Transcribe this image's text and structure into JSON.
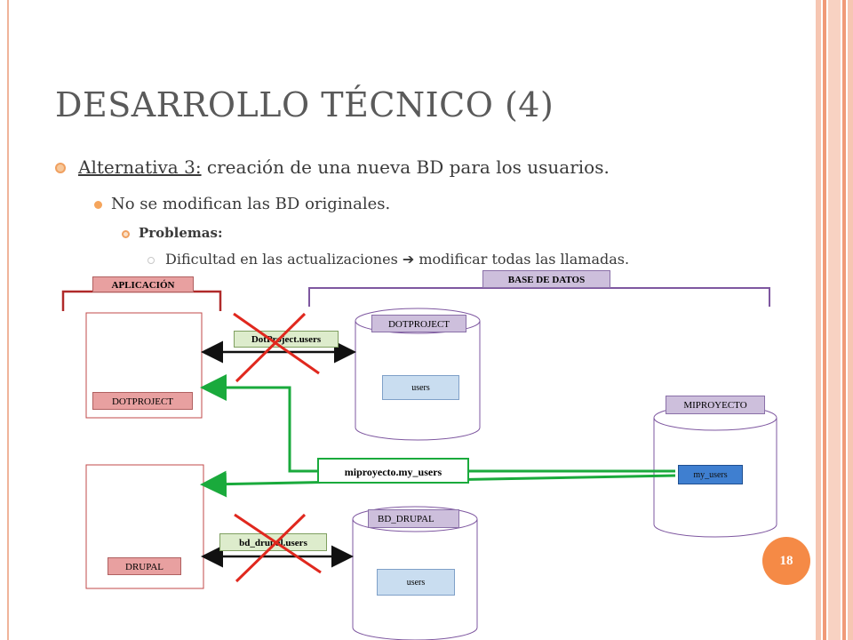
{
  "slide": {
    "title": "DESARROLLO TÉCNICO (4)",
    "bullet1_label": "Alternativa 3:",
    "bullet1_text": " creación de una nueva BD para los usuarios.",
    "bullet2": "No se modifican las BD originales.",
    "bullet3": "Problemas:",
    "bullet4_a": "Dificultad en las actualizaciones ",
    "bullet4_arrow": "➔",
    "bullet4_b": " modificar todas las llamadas.",
    "page_number": "18"
  },
  "diagram": {
    "group_app": "APLICACIÓN",
    "group_db": "BASE DE DATOS",
    "app_dotproject": "DOTPROJECT",
    "app_drupal": "DRUPAL",
    "db_dotproject": "DOTPROJECT",
    "db_dotproject_table": "users",
    "db_drupal": "BD_DRUPAL",
    "db_drupal_table": "users",
    "db_miproyecto": "MIPROYECTO",
    "db_miproyecto_table": "my_users",
    "link_dotproject": "DotProject.users",
    "link_drupal": "bd_drupal.users",
    "link_miproyecto": "miproyecto.my_users"
  },
  "colors": {
    "accent": "#f58a46",
    "cross": "#e0281e",
    "green_link": "#1aaa3c",
    "app_box": "#e8a0a0",
    "db_label": "#cdbfdc",
    "table_box": "#c9ddf0",
    "my_users_box": "#3f7fd0",
    "link_label": "#ddeccc"
  }
}
